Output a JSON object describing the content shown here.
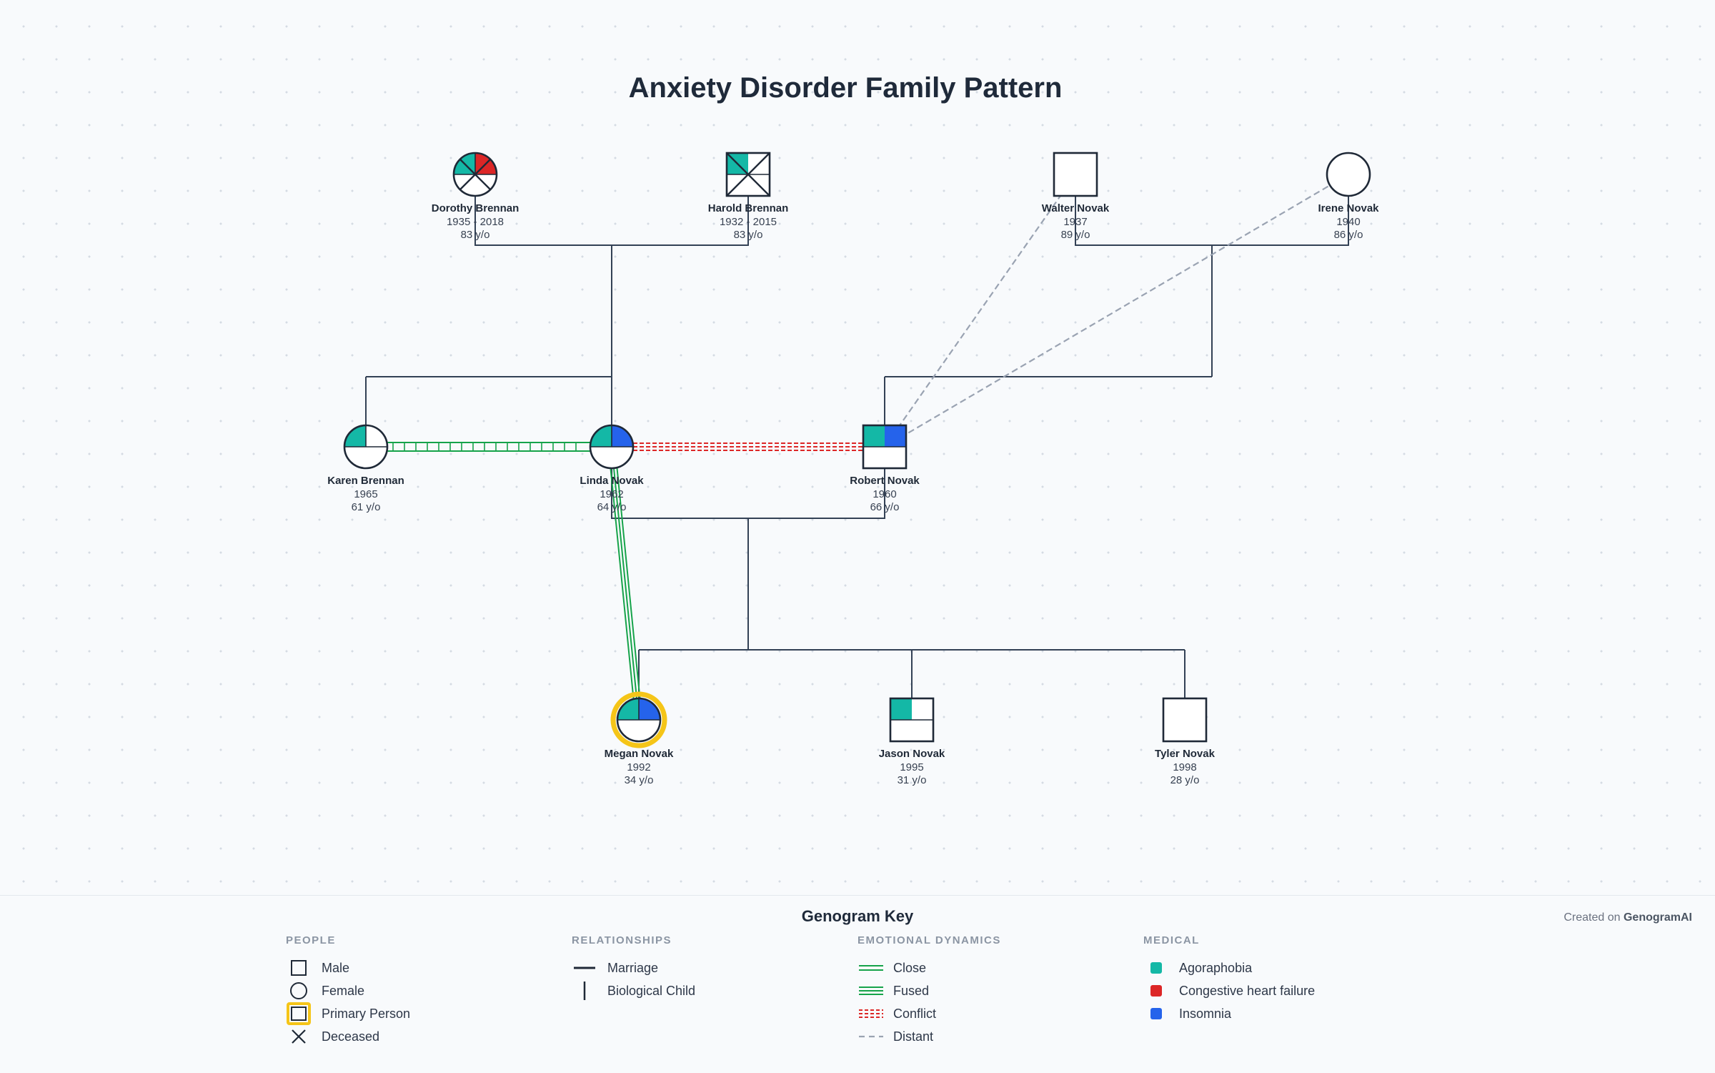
{
  "title": "Anxiety Disorder Family Pattern",
  "colors": {
    "agoraphobia": "#14b8a6",
    "congestive_heart_failure": "#dc2626",
    "insomnia": "#2563eb",
    "primary_highlight": "#f5c518",
    "close_line": "#16a34a",
    "conflict_line": "#dc2626",
    "distant_line": "#9aa3b2",
    "structure_line": "#334155"
  },
  "people": [
    {
      "id": "dorothy",
      "name": "Dorothy Brennan",
      "years": "1935 - 2018",
      "age": "83 y/o",
      "sex": "female",
      "deceased": true,
      "primary": false,
      "conditions": [
        "agoraphobia",
        "congestive_heart_failure"
      ]
    },
    {
      "id": "harold",
      "name": "Harold Brennan",
      "years": "1932 - 2015",
      "age": "83 y/o",
      "sex": "male",
      "deceased": true,
      "primary": false,
      "conditions": [
        "agoraphobia"
      ]
    },
    {
      "id": "walter",
      "name": "Walter Novak",
      "years": "1937",
      "age": "89 y/o",
      "sex": "male",
      "deceased": false,
      "primary": false,
      "conditions": []
    },
    {
      "id": "irene",
      "name": "Irene Novak",
      "years": "1940",
      "age": "86 y/o",
      "sex": "female",
      "deceased": false,
      "primary": false,
      "conditions": []
    },
    {
      "id": "karen",
      "name": "Karen Brennan",
      "years": "1965",
      "age": "61 y/o",
      "sex": "female",
      "deceased": false,
      "primary": false,
      "conditions": [
        "agoraphobia"
      ]
    },
    {
      "id": "linda",
      "name": "Linda Novak",
      "years": "1962",
      "age": "64 y/o",
      "sex": "female",
      "deceased": false,
      "primary": false,
      "conditions": [
        "agoraphobia",
        "insomnia"
      ]
    },
    {
      "id": "robert",
      "name": "Robert Novak",
      "years": "1960",
      "age": "66 y/o",
      "sex": "male",
      "deceased": false,
      "primary": false,
      "conditions": [
        "agoraphobia",
        "insomnia"
      ]
    },
    {
      "id": "megan",
      "name": "Megan Novak",
      "years": "1992",
      "age": "34 y/o",
      "sex": "female",
      "deceased": false,
      "primary": true,
      "conditions": [
        "agoraphobia",
        "insomnia"
      ]
    },
    {
      "id": "jason",
      "name": "Jason Novak",
      "years": "1995",
      "age": "31 y/o",
      "sex": "male",
      "deceased": false,
      "primary": false,
      "conditions": [
        "agoraphobia"
      ]
    },
    {
      "id": "tyler",
      "name": "Tyler Novak",
      "years": "1998",
      "age": "28 y/o",
      "sex": "male",
      "deceased": false,
      "primary": false,
      "conditions": []
    }
  ],
  "marriages": [
    {
      "a": "dorothy",
      "b": "harold",
      "children": [
        "karen",
        "linda"
      ]
    },
    {
      "a": "walter",
      "b": "irene",
      "children": [
        "robert"
      ]
    },
    {
      "a": "linda",
      "b": "robert",
      "children": [
        "megan",
        "jason",
        "tyler"
      ]
    }
  ],
  "emotional": [
    {
      "a": "karen",
      "b": "linda",
      "type": "fused"
    },
    {
      "a": "linda",
      "b": "robert",
      "type": "conflict"
    },
    {
      "a": "linda",
      "b": "megan",
      "type": "close"
    },
    {
      "a": "walter",
      "b": "robert",
      "type": "distant"
    },
    {
      "a": "irene",
      "b": "robert",
      "type": "distant"
    }
  ],
  "key": {
    "title": "Genogram Key",
    "credit_prefix": "Created on",
    "credit_brand": "GenogramAI",
    "people_heading": "PEOPLE",
    "people_items": [
      "Male",
      "Female",
      "Primary Person",
      "Deceased"
    ],
    "relationships_heading": "RELATIONSHIPS",
    "relationships_items": [
      "Marriage",
      "Biological Child"
    ],
    "emotional_heading": "EMOTIONAL DYNAMICS",
    "emotional_items": [
      "Close",
      "Fused",
      "Conflict",
      "Distant"
    ],
    "medical_heading": "MEDICAL",
    "medical_items": [
      "Agoraphobia",
      "Congestive heart failure",
      "Insomnia"
    ]
  }
}
